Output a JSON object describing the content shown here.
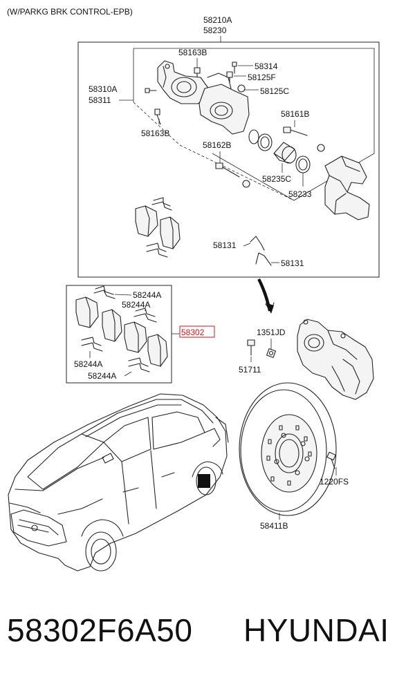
{
  "diagram": {
    "note": "(W/PARKG BRK CONTROL-EPB)",
    "labels": {
      "caliper_assy_a": "58210A",
      "caliper_assy_b": "58230",
      "bracket_a": "58310A",
      "bracket_b": "58311",
      "bolt_top": "58163B",
      "bolt_left": "58163B",
      "bleeder": "58314",
      "cap": "58125F",
      "cap_c": "58125C",
      "guide_pin_b": "58161B",
      "guide_pin_c": "58162B",
      "piston_seal": "58235C",
      "boot": "58233",
      "spring_upper": "58131",
      "spring_lower": "58131",
      "shim_a1": "58244A",
      "shim_a2": "58244A",
      "shim_a3": "58244A",
      "shim_a4": "58244A",
      "pad_kit": "58302",
      "bolt_1351": "1351JD",
      "bolt_51711": "51711",
      "disc": "58411B",
      "hub_bolt": "1220FS"
    }
  },
  "footer": {
    "part_number": "58302F6A50",
    "brand": "HYUNDAI"
  },
  "colors": {
    "highlight": "#dd1111",
    "line": "#222222"
  }
}
